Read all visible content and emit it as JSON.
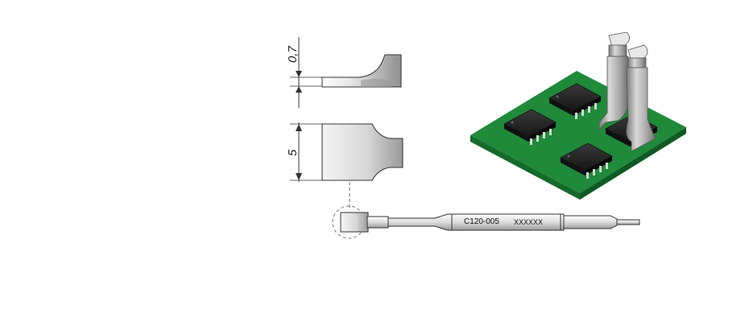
{
  "dimensions": {
    "thickness": "0,7",
    "width": "5"
  },
  "cartridge": {
    "model": "C120-005",
    "code": "XXXXXX"
  },
  "colors": {
    "pcb": "#1f8a3a",
    "pcb_edge": "#146a2a",
    "chip": "#2a2a2a",
    "metal": "#b5b5b5"
  }
}
